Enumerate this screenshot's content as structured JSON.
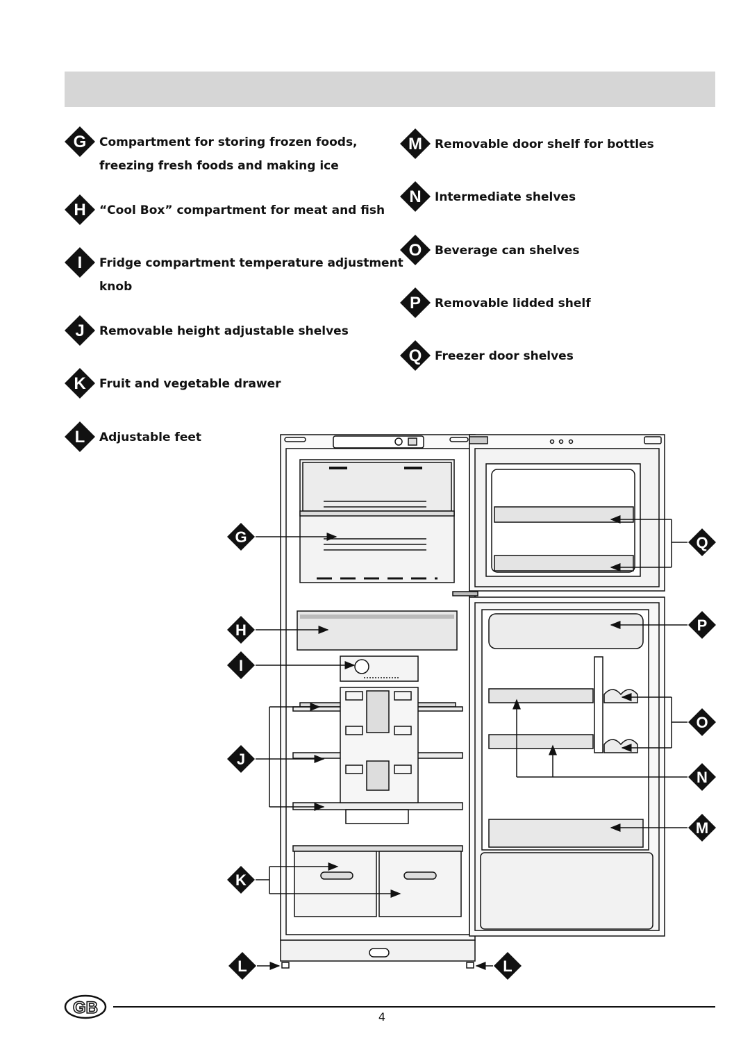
{
  "legend_left": [
    {
      "letter": "G",
      "line1": "Compartment for storing frozen foods,",
      "line2": "freezing fresh foods and making ice"
    },
    {
      "letter": "H",
      "line1": "“Cool Box” compartment for meat and fish",
      "line2": ""
    },
    {
      "letter": "I",
      "line1": "Fridge compartment temperature adjustment",
      "line2": "knob"
    },
    {
      "letter": "J",
      "line1": "Removable height adjustable shelves",
      "line2": ""
    },
    {
      "letter": "K",
      "line1": "Fruit and vegetable drawer",
      "line2": ""
    },
    {
      "letter": "L",
      "line1": "Adjustable feet",
      "line2": ""
    }
  ],
  "legend_right": [
    {
      "letter": "M",
      "line1": "Removable door shelf for bottles"
    },
    {
      "letter": "N",
      "line1": "Intermediate shelves"
    },
    {
      "letter": "O",
      "line1": "Beverage can shelves"
    },
    {
      "letter": "P",
      "line1": "Removable lidded shelf"
    },
    {
      "letter": "Q",
      "line1": "Freezer door shelves"
    }
  ],
  "diagram_labels": {
    "g": "G",
    "h": "H",
    "i": "I",
    "j": "J",
    "k": "K",
    "l_left": "L",
    "l_right": "L",
    "q": "Q",
    "p": "P",
    "o": "O",
    "n": "N",
    "m": "M"
  },
  "footer": {
    "badge": "GB",
    "page_number": "4"
  },
  "colors": {
    "header_bar": "#d6d6d6",
    "badge": "#111111",
    "line": "#111111"
  }
}
